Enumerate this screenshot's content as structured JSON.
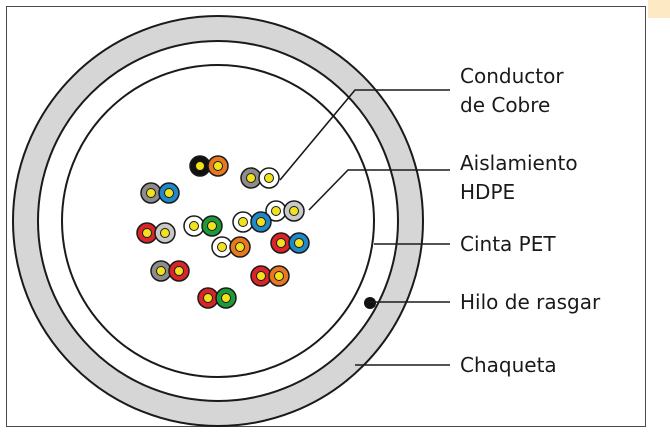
{
  "labels": {
    "conductor_line1": "Conductor",
    "conductor_line2": "de Cobre",
    "insulation_line1": "Aislamiento",
    "insulation_line2": "HDPE",
    "tape": "Cinta PET",
    "ripcord": "Hilo de rasgar",
    "jacket": "Chaqueta"
  },
  "colors": {
    "jacket_fill": "#d6d6d6",
    "outline": "#1a1a1a",
    "conductor": "#f2e21c",
    "black": "#111111",
    "orange": "#e87722",
    "gray": "#8c8c8c",
    "blue": "#1e88c8",
    "red": "#d9252a",
    "white": "#ffffff",
    "green": "#1e9a3b",
    "light_gray": "#c8c8c8"
  },
  "pairs": [
    {
      "a": "black",
      "b": "orange"
    },
    {
      "a": "gray",
      "b": "white"
    },
    {
      "a": "gray",
      "b": "blue"
    },
    {
      "a": "white",
      "b": "light_gray"
    },
    {
      "a": "red",
      "b": "light_gray"
    },
    {
      "a": "white",
      "b": "green"
    },
    {
      "a": "white",
      "b": "blue"
    },
    {
      "a": "red",
      "b": "blue"
    },
    {
      "a": "white",
      "b": "orange"
    },
    {
      "a": "gray",
      "b": "red"
    },
    {
      "a": "red",
      "b": "orange"
    },
    {
      "a": "red",
      "b": "green"
    }
  ]
}
